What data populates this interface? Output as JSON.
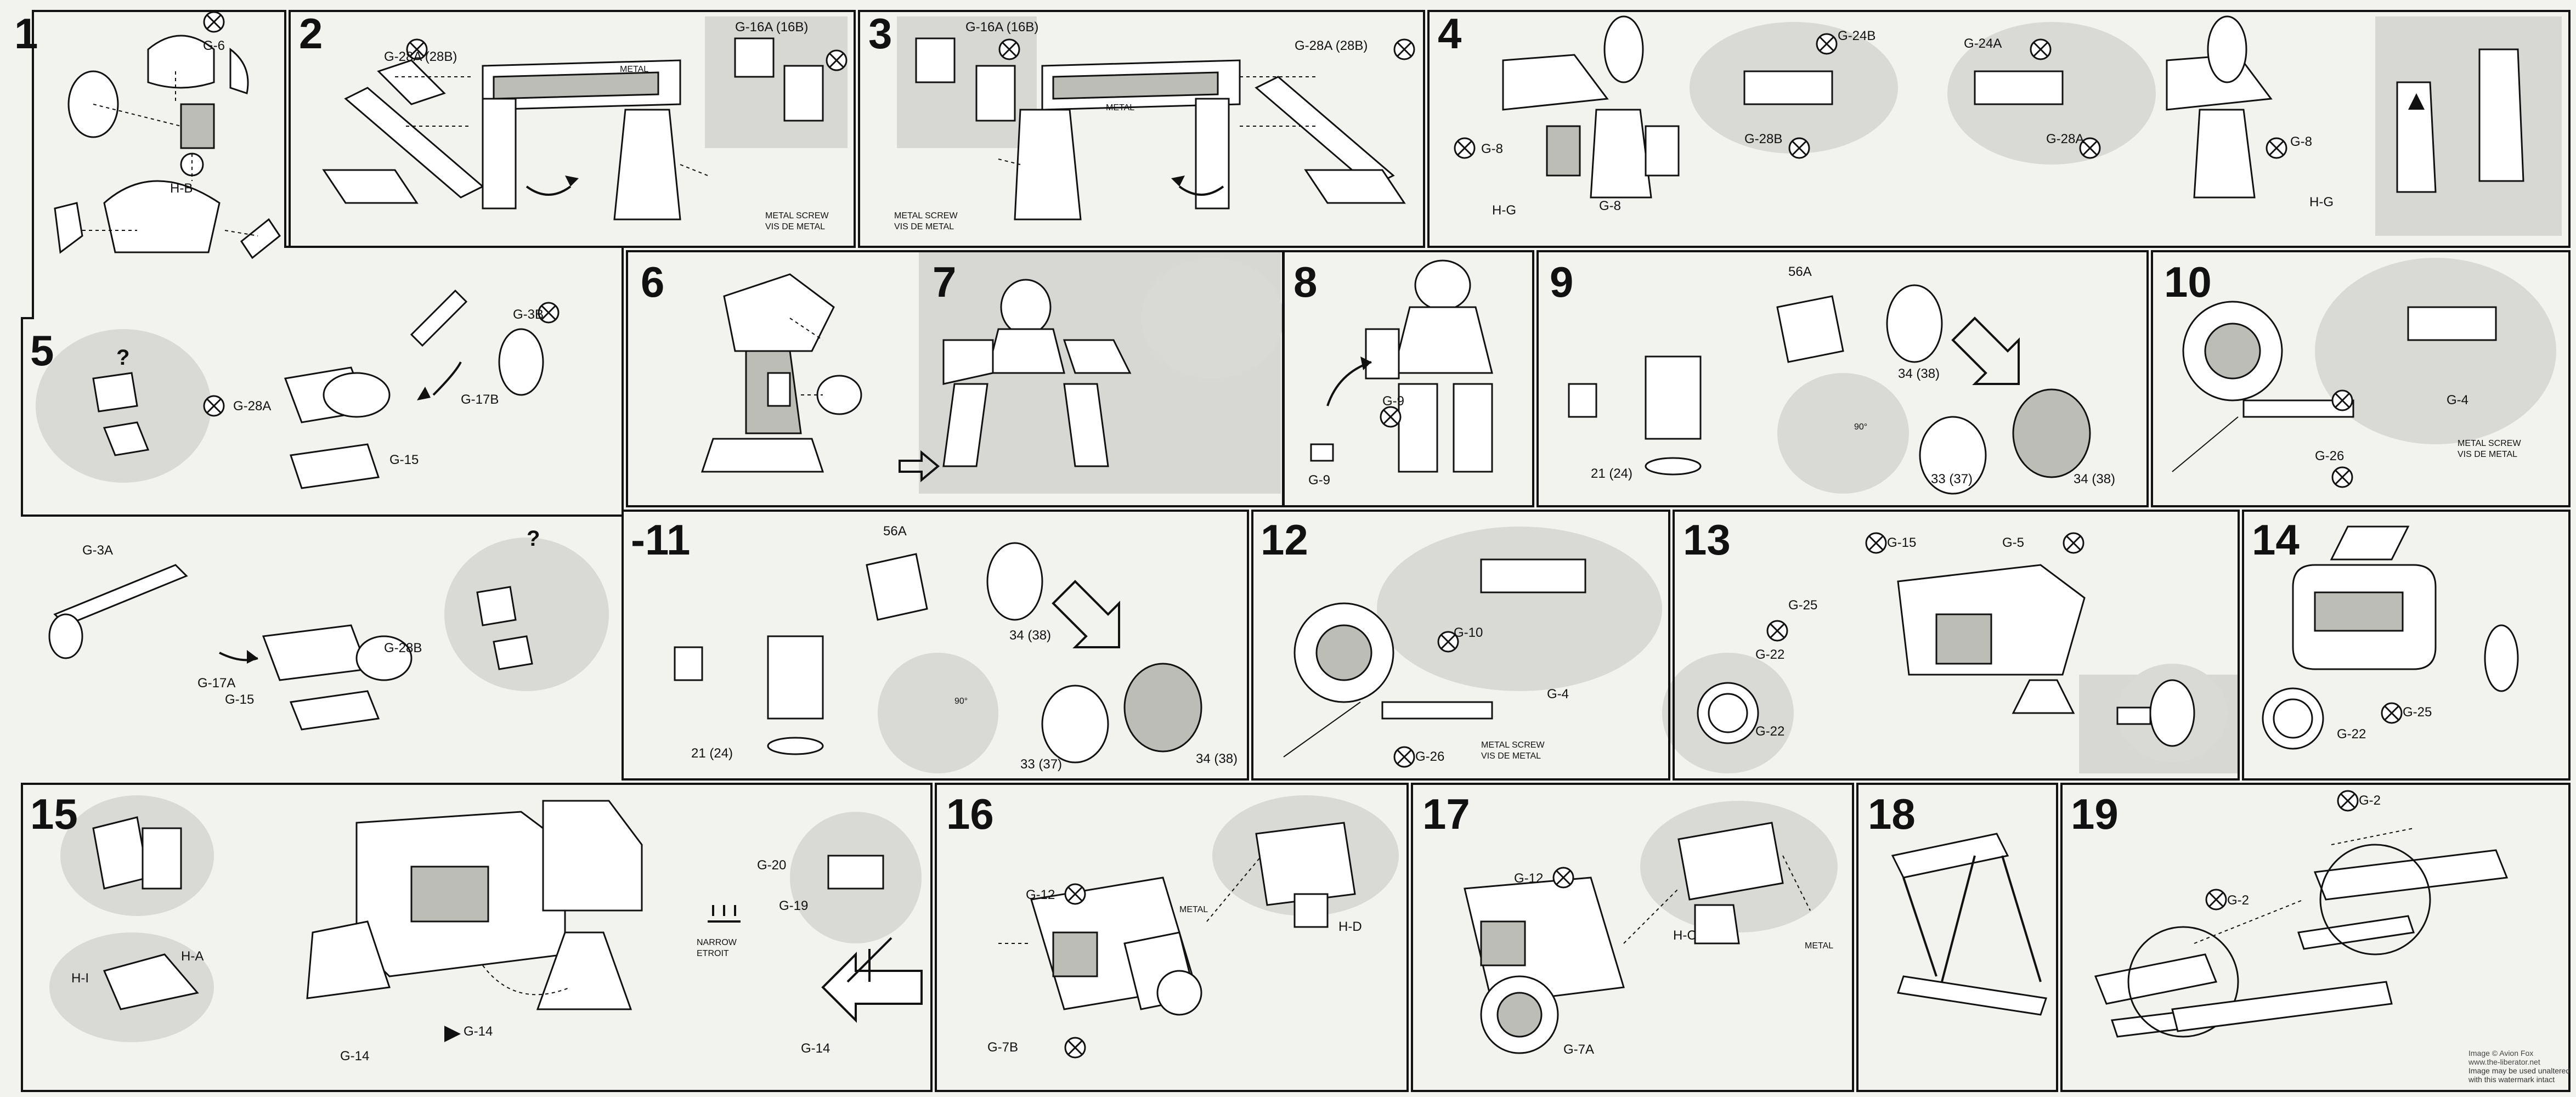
{
  "steps": [
    {
      "num": "1"
    },
    {
      "num": "2"
    },
    {
      "num": "3"
    },
    {
      "num": "4"
    },
    {
      "num": "5"
    },
    {
      "num": "6"
    },
    {
      "num": "7"
    },
    {
      "num": "8"
    },
    {
      "num": "9"
    },
    {
      "num": "10"
    },
    {
      "num": "-11"
    },
    {
      "num": "12"
    },
    {
      "num": "13"
    },
    {
      "num": "14"
    },
    {
      "num": "15"
    },
    {
      "num": "16"
    },
    {
      "num": "17"
    },
    {
      "num": "18"
    },
    {
      "num": "19"
    }
  ],
  "labels": {
    "metal": "METAL",
    "metal_screw": "METAL SCREW",
    "vis_de_metal": "VIS DE METAL",
    "narrow": "NARROW",
    "etroit": "ETROIT",
    "question": "?",
    "angle90": "90°",
    "step1": {
      "a": "H-B",
      "b": "G-6"
    },
    "step2": {
      "a": "G-28A (28B)",
      "b": "G-16A (16B)"
    },
    "step3": {
      "a": "G-16A (16B)",
      "b": "G-28A (28B)"
    },
    "step4": {
      "a": "G-24B",
      "b": "G-24A",
      "c": "G-28B",
      "d": "G-28A",
      "e": "G-8",
      "f": "H-G"
    },
    "step5": {
      "a": "G-28A",
      "b": "G-3B",
      "c": "G-17B",
      "d": "G-15",
      "e": "G-3A",
      "f": "G-17A",
      "g": "G-28B"
    },
    "step8": {
      "a": "G-9"
    },
    "step9": {
      "a": "56A",
      "b": "34 (38)",
      "c": "33 (37)",
      "d": "21 (24)"
    },
    "step10": {
      "a": "G-4",
      "b": "G-26"
    },
    "step11": {
      "a": "56A",
      "b": "34 (38)",
      "c": "33 (37)",
      "d": "21 (24)"
    },
    "step12": {
      "a": "G-10",
      "b": "G-4",
      "c": "G-26"
    },
    "step13": {
      "a": "G-5",
      "b": "G-25",
      "c": "G-22"
    },
    "step14": {
      "a": "G-25",
      "b": "G-22"
    },
    "step15": {
      "a": "H-A",
      "b": "H-I",
      "c": "G-20",
      "d": "G-19",
      "e": "G-14"
    },
    "step16": {
      "a": "G-12",
      "b": "G-7B",
      "c": "H-D"
    },
    "step17": {
      "a": "G-12",
      "b": "G-7A",
      "c": "H-C"
    },
    "step19": {
      "a": "G-2"
    }
  },
  "watermark": {
    "line1": "Image © Avion Fox",
    "line2": "www.the-liberator.net",
    "line3": "Image may be used unaltered",
    "line4": "with this watermark intact"
  }
}
